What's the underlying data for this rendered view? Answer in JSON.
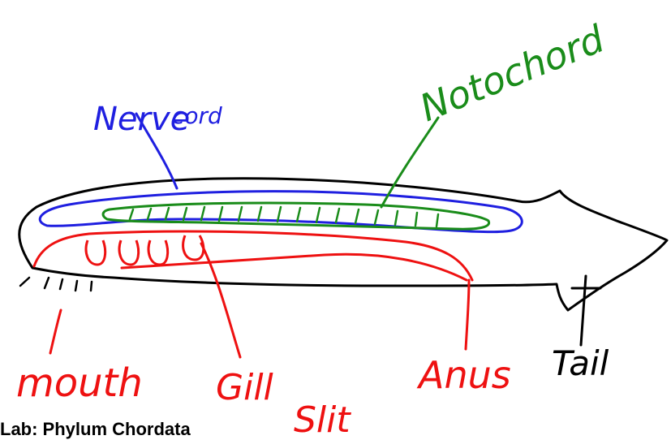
{
  "labels": {
    "nerve_cord_1": "Nerve",
    "nerve_cord_2": "cord",
    "notochord": "Notochord",
    "mouth": "mouth",
    "gill_1": "Gill",
    "gill_2": "Slit",
    "anus": "Anus",
    "tail": "Tail"
  },
  "caption": "Lab: Phylum Chordata",
  "colors": {
    "body_outline": "#000000",
    "nerve_cord": "#1f1fe0",
    "notochord": "#1a8c1a",
    "digestive": "#ee1111",
    "tail_label": "#000000"
  }
}
